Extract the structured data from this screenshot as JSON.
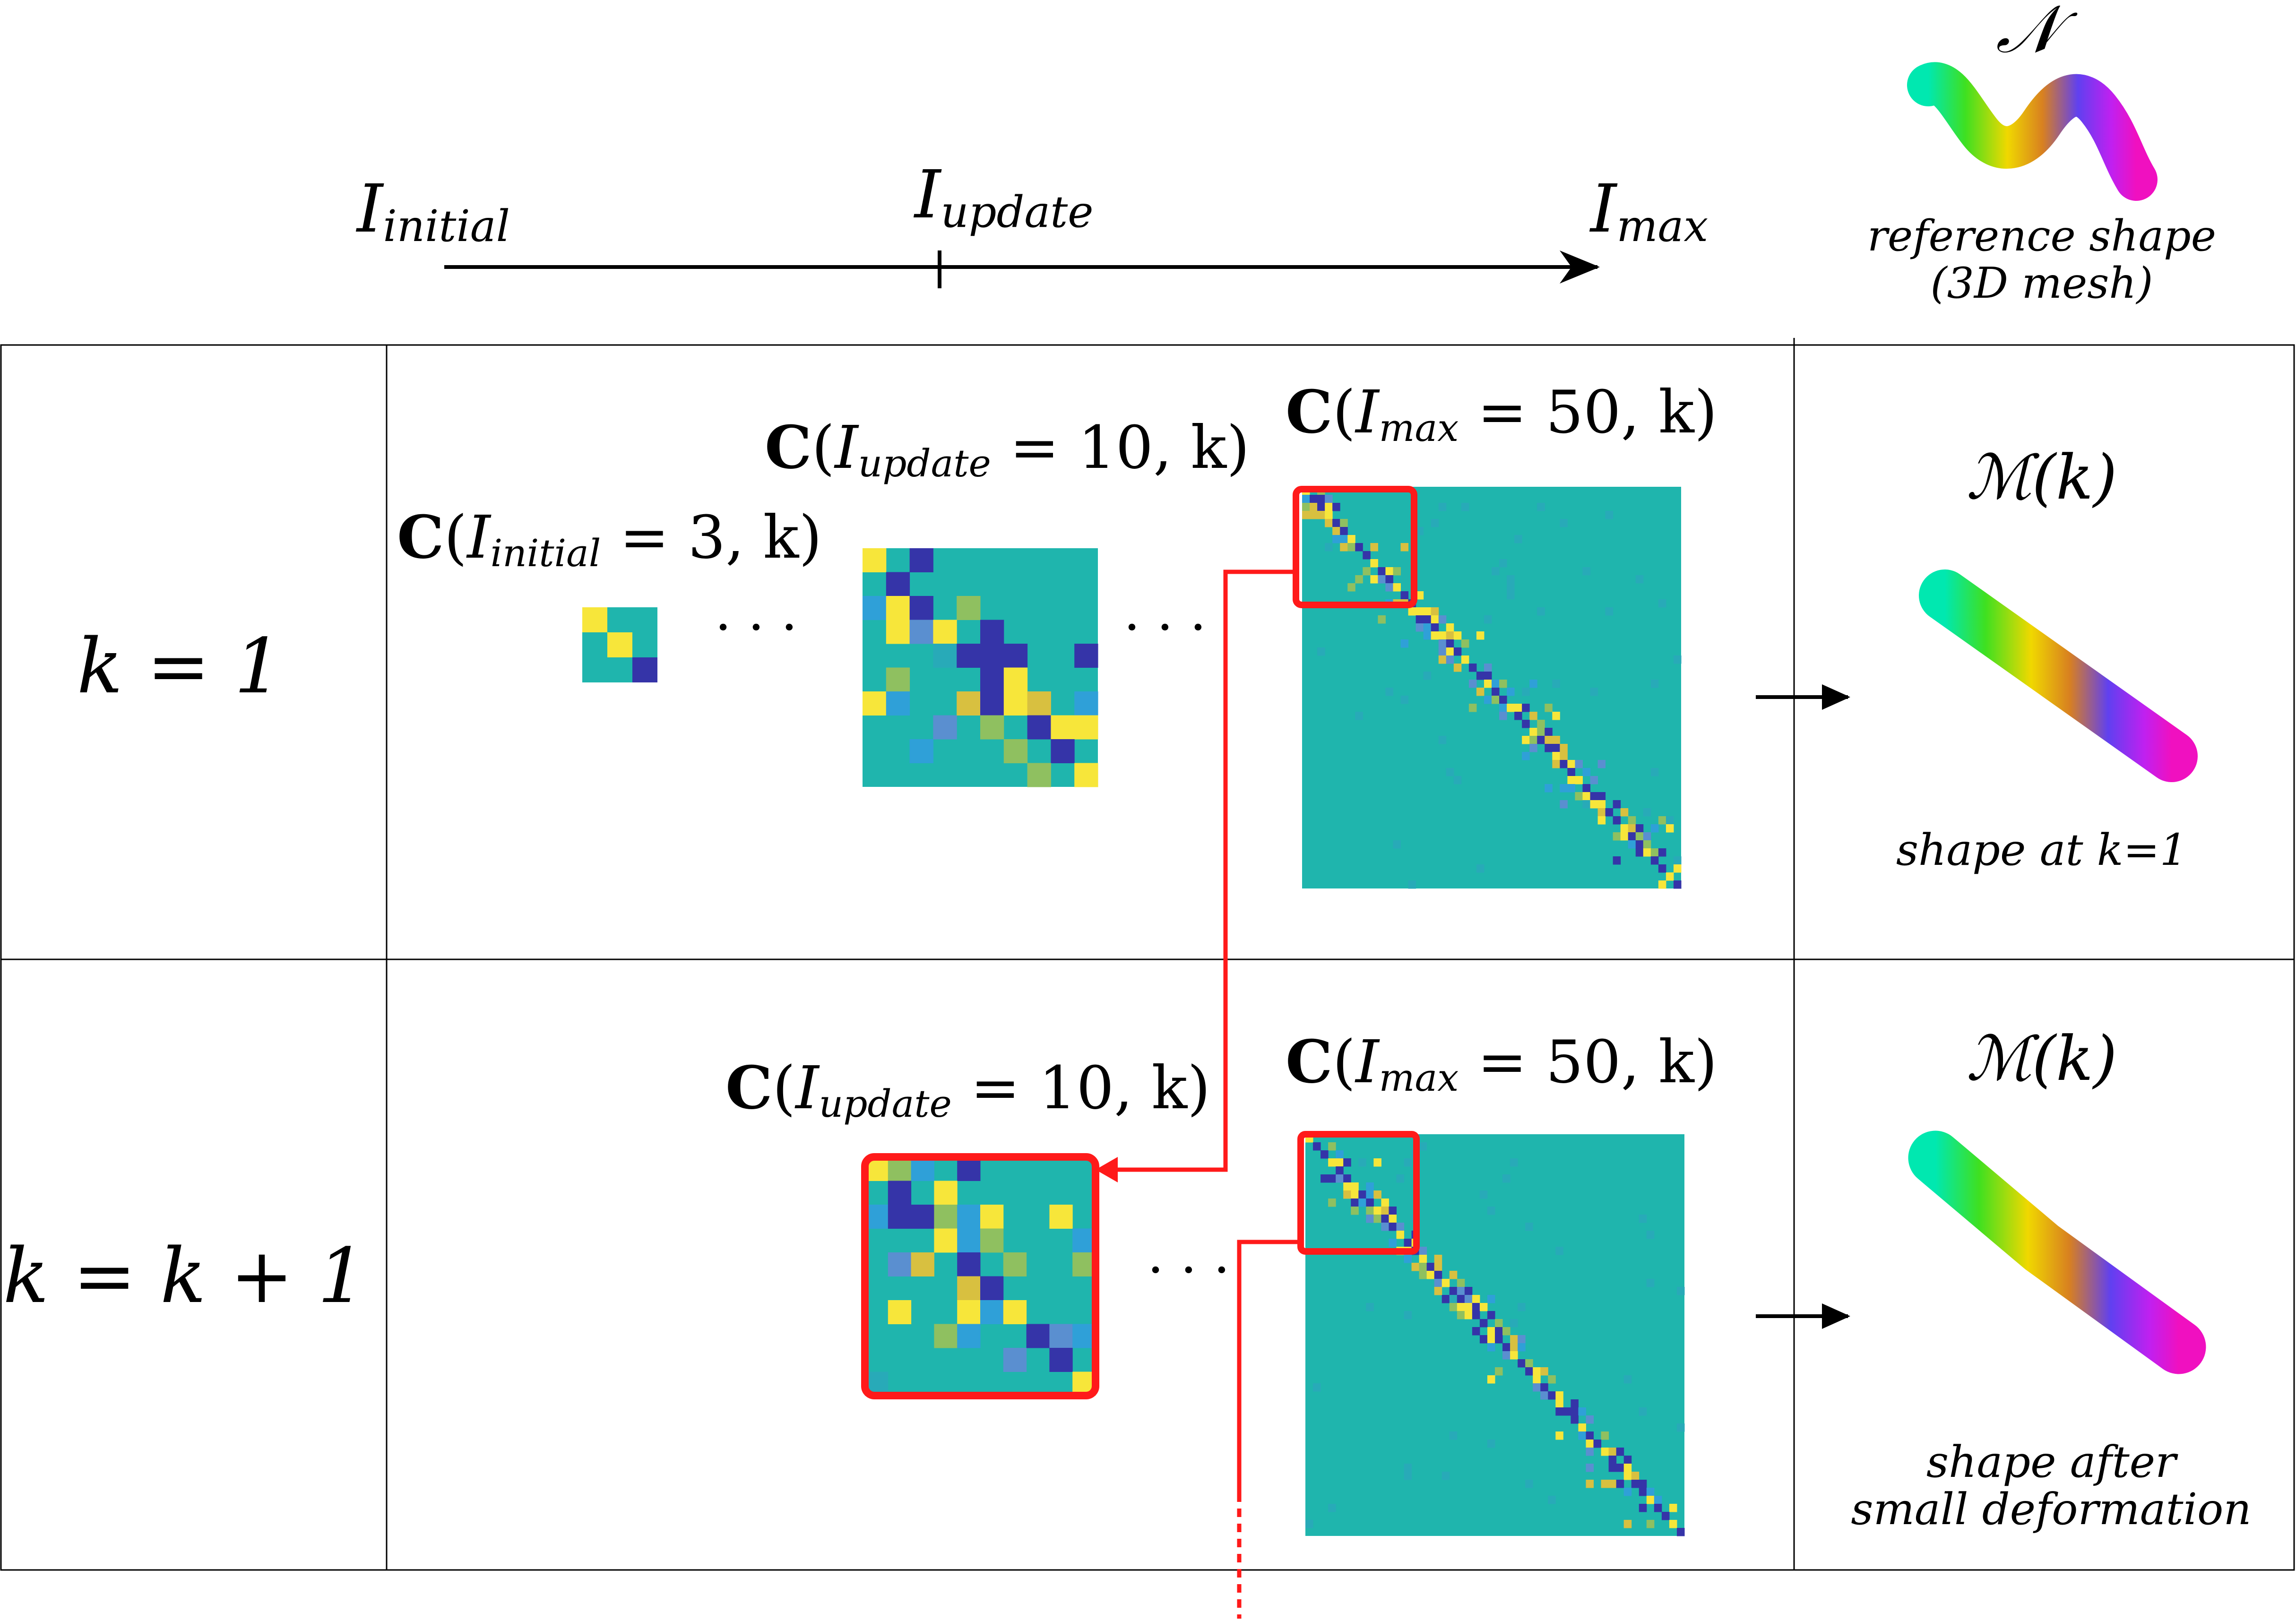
{
  "axis": {
    "start_label": {
      "base": "I",
      "sub": "initial"
    },
    "mid_label": {
      "base": "I",
      "sub": "update"
    },
    "end_label": {
      "base": "I",
      "sub": "max"
    }
  },
  "reference": {
    "symbol": "𝒩",
    "caption_line1": "reference shape",
    "caption_line2": "(3D mesh)"
  },
  "rows": [
    {
      "k_label": "k = 1",
      "matrices": {
        "initial": {
          "prefix": "C",
          "var": "I",
          "sub": "initial",
          "eq": " = 3, k)"
        },
        "update": {
          "prefix": "C",
          "var": "I",
          "sub": "update",
          "eq": " = 10, k)"
        },
        "max": {
          "prefix": "C",
          "var": "I",
          "sub": "max",
          "eq": " = 50, k)"
        }
      },
      "ellipsis": "· · ·",
      "mesh_label": "ℳ(k)",
      "mesh_caption_line1": "shape at k=1",
      "mesh_caption_line2": ""
    },
    {
      "k_label": "k = k + 1",
      "matrices": {
        "update": {
          "prefix": "C",
          "var": "I",
          "sub": "update",
          "eq": " = 10, k)"
        },
        "max": {
          "prefix": "C",
          "var": "I",
          "sub": "max",
          "eq": " = 50, k)"
        }
      },
      "ellipsis": "· · ·",
      "mesh_label": "ℳ(k)",
      "mesh_caption_line1": "shape after",
      "mesh_caption_line2": "small deformation"
    }
  ],
  "colors": {
    "matrix_background": "#1fb5ad",
    "matrix_yellow": "#f7e63a",
    "matrix_dark_blue": "#3534a8",
    "matrix_light_blue": "#2fa0d8",
    "highlight_red": "#ff1a1a",
    "grid_lines": "#000000"
  }
}
